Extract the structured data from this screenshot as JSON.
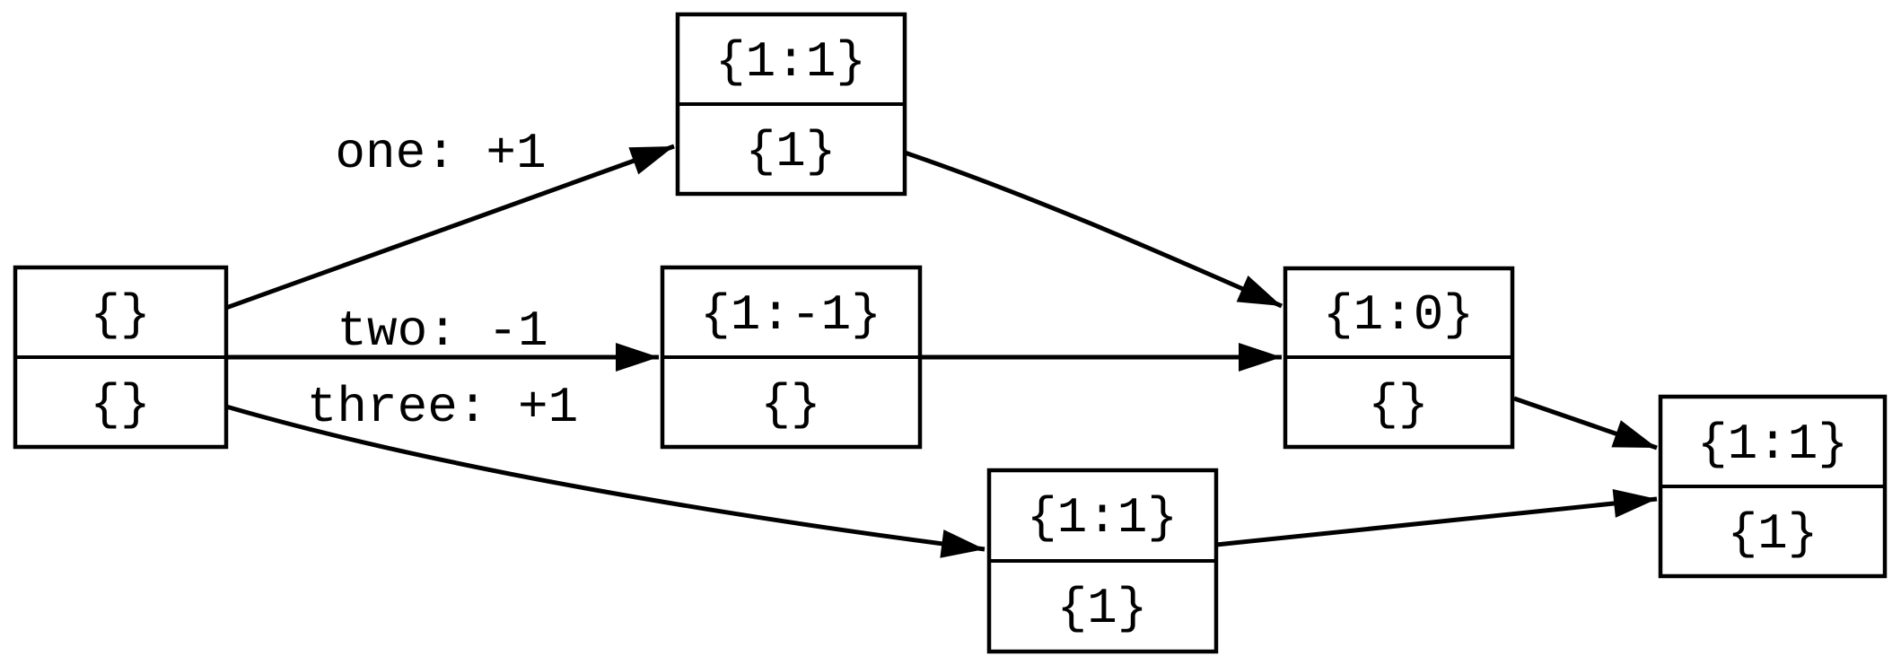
{
  "canvas": {
    "background_color": "#ffffff",
    "ink_color": "#000000"
  },
  "diagram": {
    "kind": "directed-graph",
    "node_shape": "record-two-cells",
    "nodes": {
      "start": {
        "top": "{}",
        "bottom": "{}"
      },
      "after_one": {
        "top": "{1:1}",
        "bottom": "{1}"
      },
      "after_two": {
        "top": "{1:-1}",
        "bottom": "{}"
      },
      "after_merge": {
        "top": "{1:0}",
        "bottom": "{}"
      },
      "after_three": {
        "top": "{1:1}",
        "bottom": "{1}"
      },
      "final_merge": {
        "top": "{1:1}",
        "bottom": "{1}"
      }
    },
    "edge_labels": {
      "one": "one: +1",
      "two": "two: -1",
      "three": "three: +1"
    }
  }
}
